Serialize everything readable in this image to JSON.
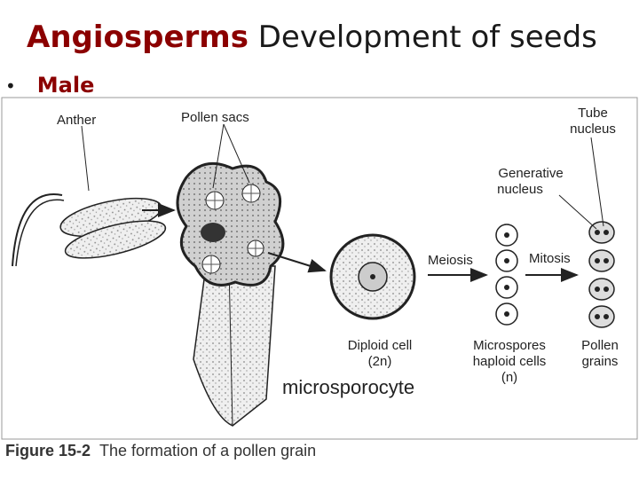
{
  "slide": {
    "title_accent": "Angiosperms",
    "title_rest": " Development of seeds",
    "bullet": "•",
    "bullet_label": "Male"
  },
  "figure": {
    "labels": {
      "anther": "Anther",
      "pollen_sacs": "Pollen sacs",
      "tube_nucleus_1": "Tube",
      "tube_nucleus_2": "nucleus",
      "generative_nucleus_1": "Generative",
      "generative_nucleus_2": "nucleus",
      "meiosis": "Meiosis",
      "mitosis": "Mitosis",
      "diploid_1": "Diploid cell",
      "diploid_2": "(2n)",
      "microspores_1": "Microspores",
      "microspores_2": "haploid cells",
      "microspores_3": "(n)",
      "pollen_1": "Pollen",
      "pollen_2": "grains"
    },
    "overlay_label": "microsporocyte",
    "caption_number": "Figure 15-2",
    "caption_text": "The formation of a pollen grain"
  },
  "colors": {
    "accent": "#8b0000",
    "ink": "#222222",
    "stipple": "#dcdcdc",
    "dark_fill": "#555555"
  }
}
